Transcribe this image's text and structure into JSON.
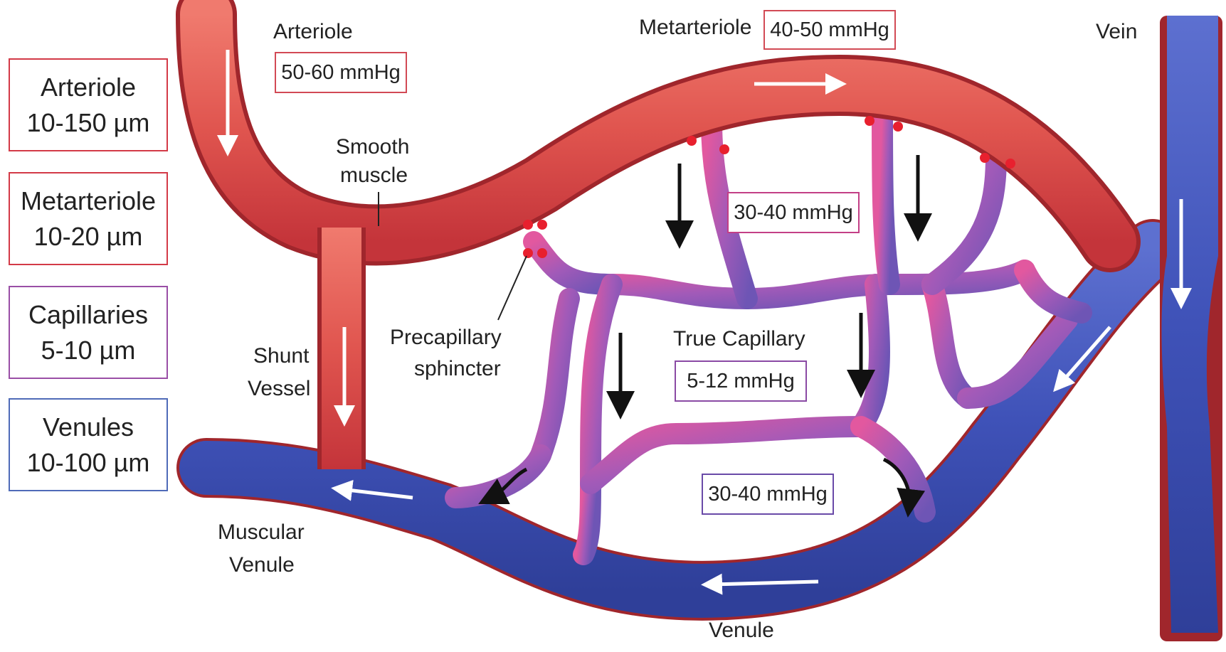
{
  "legend": [
    {
      "name": "Arteriole",
      "size": "10-150 µm"
    },
    {
      "name": "Metarteriole",
      "size": "10-20 µm"
    },
    {
      "name": "Capillaries",
      "size": "5-10 µm"
    },
    {
      "name": "Venules",
      "size": "10-100 µm"
    }
  ],
  "labels": {
    "arteriole": "Arteriole",
    "metarteriole": "Metarteriole",
    "vein": "Vein",
    "smooth_muscle_1": "Smooth",
    "smooth_muscle_2": "muscle",
    "shunt_1": "Shunt",
    "shunt_2": "Vessel",
    "precap_1": "Precapillary",
    "precap_2": "sphincter",
    "true_capillary": "True Capillary",
    "muscular_1": "Muscular",
    "muscular_2": "Venule",
    "venule": "Venule"
  },
  "pressures": {
    "arteriole": "50-60 mmHg",
    "metarteriole": "40-50 mmHg",
    "capillary_upper": "30-40 mmHg",
    "true_capillary": "5-12 mmHg",
    "capillary_lower": "30-40 mmHg"
  },
  "colors": {
    "artery": "#d9554f",
    "artery_dark": "#a8141c",
    "capillary_pink": "#d9559a",
    "capillary_purple": "#9a55b8",
    "vein": "#3b4fb3",
    "vein_dark": "#2a3a8f"
  }
}
